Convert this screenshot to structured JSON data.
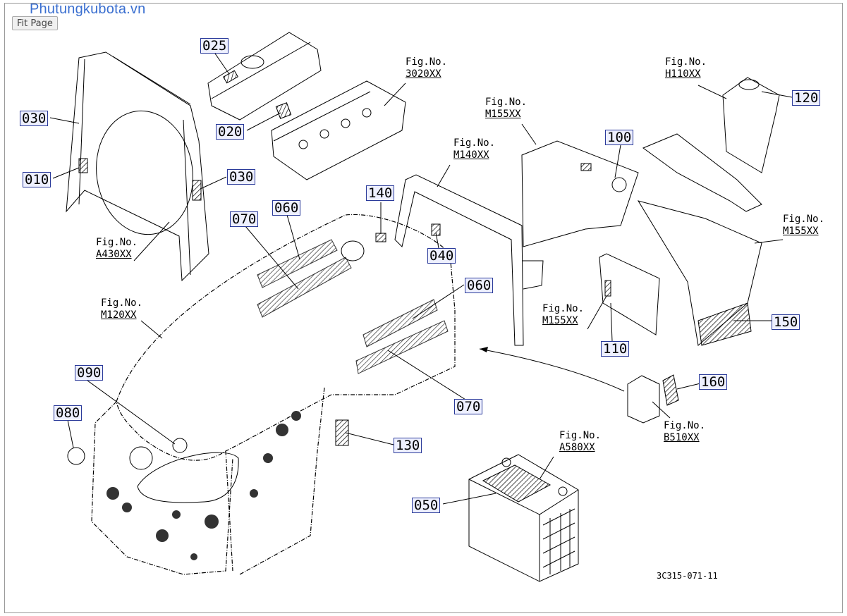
{
  "brand": "Phutungkubota.vn",
  "toolbar": {
    "fit_page": "Fit Page"
  },
  "drawing_ref": "3C315-071-11",
  "parts": {
    "p010": "010",
    "p020": "020",
    "p025": "025",
    "p030a": "030",
    "p030b": "030",
    "p040": "040",
    "p050": "050",
    "p060a": "060",
    "p060b": "060",
    "p070a": "070",
    "p070b": "070",
    "p080": "080",
    "p090": "090",
    "p100": "100",
    "p110": "110",
    "p120": "120",
    "p130": "130",
    "p140": "140",
    "p150": "150",
    "p160": "160"
  },
  "figs": {
    "f3020": {
      "l1": "Fig.No.",
      "l2": "3020XX"
    },
    "fH110": {
      "l1": "Fig.No.",
      "l2": "H110XX"
    },
    "fM155a": {
      "l1": "Fig.No.",
      "l2": "M155XX"
    },
    "fM140": {
      "l1": "Fig.No.",
      "l2": "M140XX"
    },
    "fM155b": {
      "l1": "Fig.No.",
      "l2": "M155XX"
    },
    "fA430": {
      "l1": "Fig.No.",
      "l2": "A430XX"
    },
    "fM120": {
      "l1": "Fig.No.",
      "l2": "M120XX"
    },
    "fM155c": {
      "l1": "Fig.No.",
      "l2": "M155XX"
    },
    "fB510": {
      "l1": "Fig.No.",
      "l2": "B510XX"
    },
    "fA580": {
      "l1": "Fig.No.",
      "l2": "A580XX"
    }
  }
}
